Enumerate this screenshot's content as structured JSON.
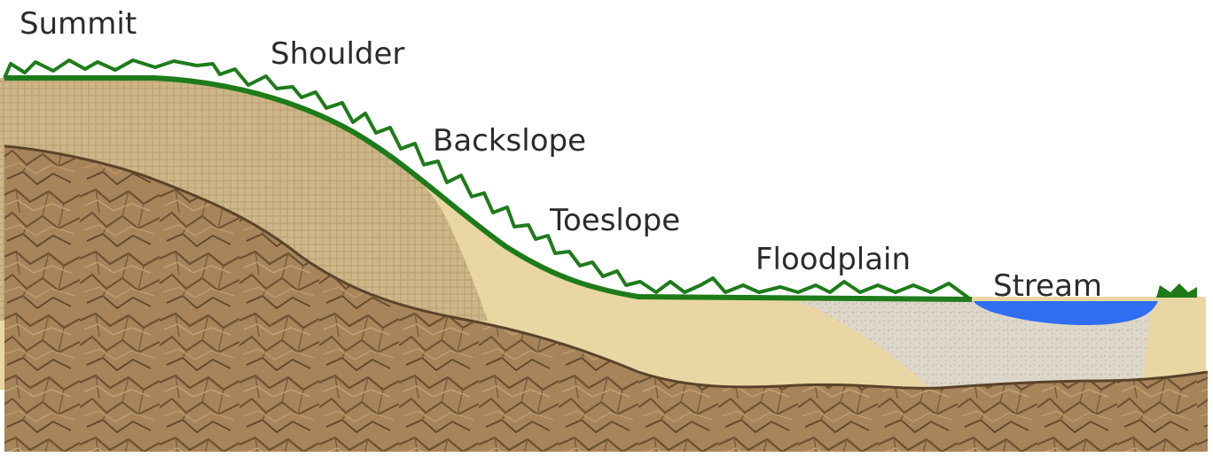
{
  "labels": {
    "summit": "Summit",
    "shoulder": "Shoulder",
    "backslope": "Backslope",
    "toeslope": "Toeslope",
    "floodplain": "Floodplain",
    "stream": "Stream"
  },
  "colors": {
    "grass": "#1e7b1a",
    "bedrock": "#a9855a",
    "bedrock_dark": "#6f5334",
    "upland_soil": "#c9b183",
    "colluvium": "#e9d6a2",
    "alluvium": "#dcd6c8",
    "water": "#2f6df2"
  }
}
